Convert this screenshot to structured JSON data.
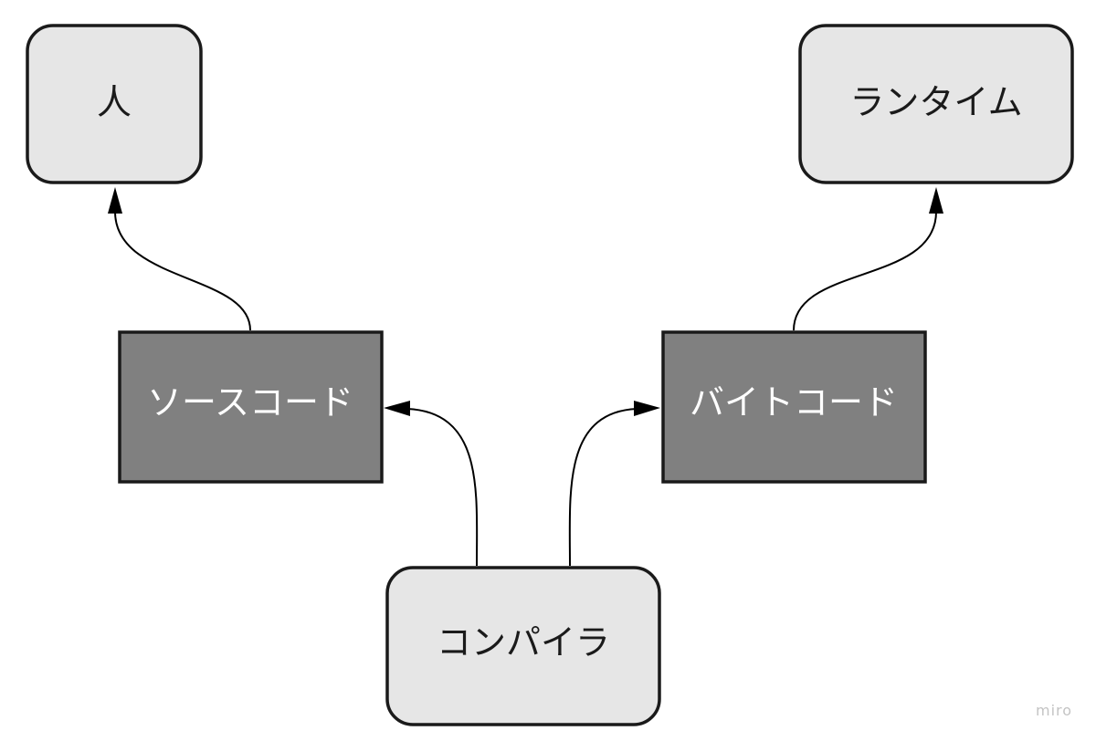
{
  "diagram": {
    "nodes": {
      "person": {
        "label": "人"
      },
      "runtime": {
        "label": "ランタイム"
      },
      "source_code": {
        "label": "ソースコード"
      },
      "bytecode": {
        "label": "バイトコード"
      },
      "compiler": {
        "label": "コンパイラ"
      }
    },
    "edges": [
      {
        "from": "compiler",
        "to": "source_code"
      },
      {
        "from": "compiler",
        "to": "bytecode"
      },
      {
        "from": "source_code",
        "to": "person"
      },
      {
        "from": "bytecode",
        "to": "runtime"
      }
    ],
    "watermark": "miro"
  }
}
